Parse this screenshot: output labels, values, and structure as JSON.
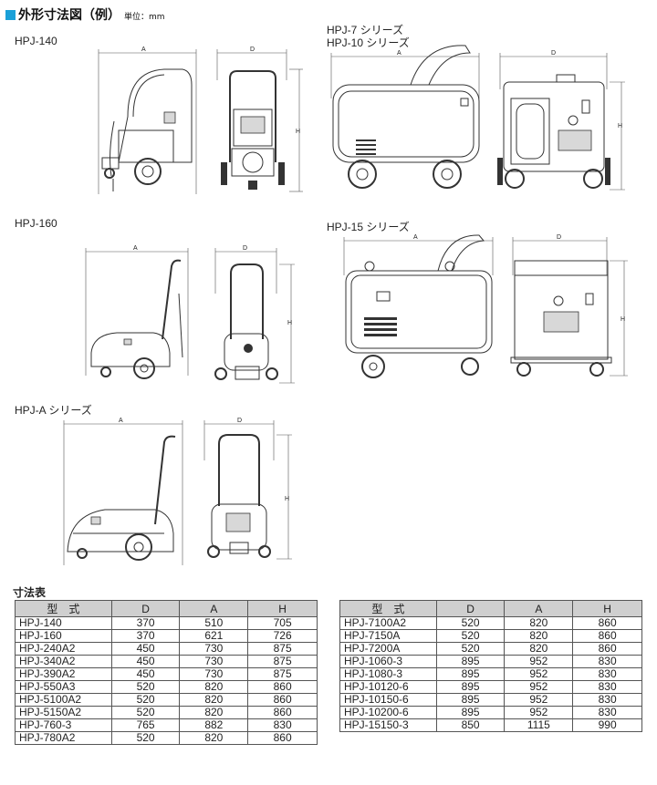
{
  "header": {
    "title": "外形寸法図（例）",
    "unit": "単位：mm"
  },
  "models": {
    "hpj140": "HPJ-140",
    "hpj7": "HPJ-7 シリーズ",
    "hpj10": "HPJ-10 シリーズ",
    "hpj160": "HPJ-160",
    "hpj15": "HPJ-15 シリーズ",
    "hpja": "HPJ-A シリーズ"
  },
  "dims": {
    "a": "A",
    "d": "D",
    "h": "H"
  },
  "table": {
    "section_title": "寸法表",
    "headers": [
      "型　式",
      "D",
      "A",
      "H"
    ],
    "left": [
      [
        "HPJ-140",
        "370",
        "510",
        "705"
      ],
      [
        "HPJ-160",
        "370",
        "621",
        "726"
      ],
      [
        "HPJ-240A2",
        "450",
        "730",
        "875"
      ],
      [
        "HPJ-340A2",
        "450",
        "730",
        "875"
      ],
      [
        "HPJ-390A2",
        "450",
        "730",
        "875"
      ],
      [
        "HPJ-550A3",
        "520",
        "820",
        "860"
      ],
      [
        "HPJ-5100A2",
        "520",
        "820",
        "860"
      ],
      [
        "HPJ-5150A2",
        "520",
        "820",
        "860"
      ],
      [
        "HPJ-760-3",
        "765",
        "882",
        "830"
      ],
      [
        "HPJ-780A2",
        "520",
        "820",
        "860"
      ]
    ],
    "right": [
      [
        "HPJ-7100A2",
        "520",
        "820",
        "860"
      ],
      [
        "HPJ-7150A",
        "520",
        "820",
        "860"
      ],
      [
        "HPJ-7200A",
        "520",
        "820",
        "860"
      ],
      [
        "HPJ-1060-3",
        "895",
        "952",
        "830"
      ],
      [
        "HPJ-1080-3",
        "895",
        "952",
        "830"
      ],
      [
        "HPJ-10120-6",
        "895",
        "952",
        "830"
      ],
      [
        "HPJ-10150-6",
        "895",
        "952",
        "830"
      ],
      [
        "HPJ-10200-6",
        "895",
        "952",
        "830"
      ],
      [
        "HPJ-15150-3",
        "850",
        "1115",
        "990"
      ]
    ]
  }
}
